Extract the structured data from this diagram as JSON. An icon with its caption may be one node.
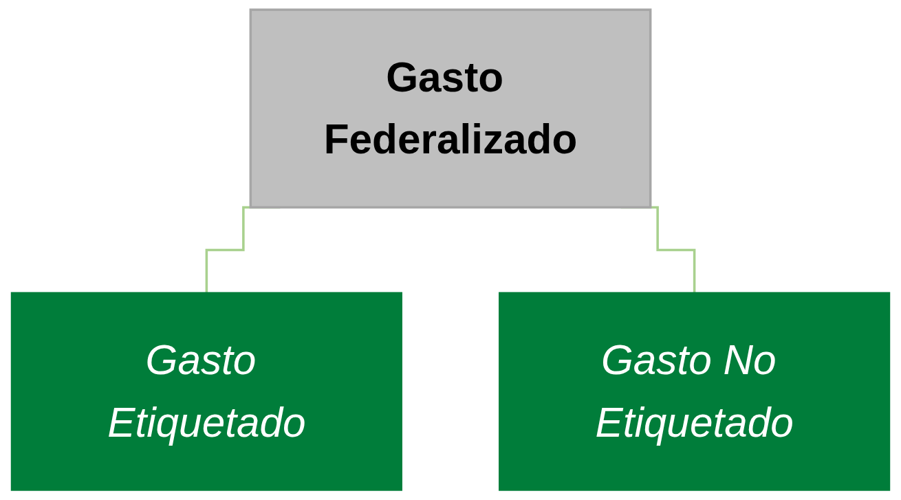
{
  "diagram": {
    "nodes": [
      {
        "text": [
          "Gasto Federalizado"
        ]
      },
      {
        "text": [
          "Gasto Etiquetado"
        ]
      },
      {
        "text": [
          "Gasto No Etiquetado"
        ]
      }
    ],
    "edges": [
      {
        "from": 0,
        "to": 1,
        "arrow": "none"
      },
      {
        "from": 0,
        "to": 2,
        "arrow": "none"
      }
    ]
  }
}
